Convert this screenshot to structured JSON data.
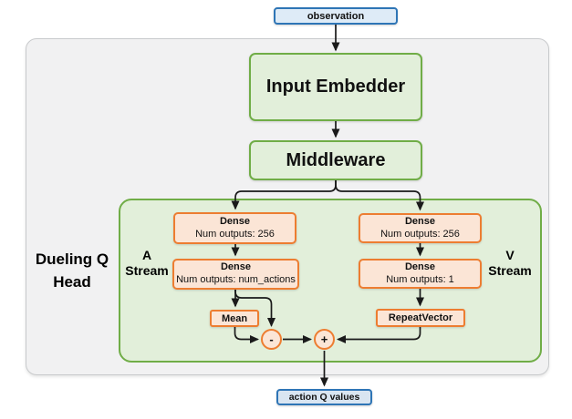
{
  "nodes": {
    "observation": "observation",
    "input_embedder": "Input Embedder",
    "middleware": "Middleware",
    "dense_a1": {
      "title": "Dense",
      "subtitle": "Num outputs: 256"
    },
    "dense_a2": {
      "title": "Dense",
      "subtitle": "Num outputs: num_actions"
    },
    "dense_v1": {
      "title": "Dense",
      "subtitle": "Num outputs: 256"
    },
    "dense_v2": {
      "title": "Dense",
      "subtitle": "Num outputs: 1"
    },
    "mean": "Mean",
    "repeat_vector": "RepeatVector",
    "minus_op": "-",
    "plus_op": "+",
    "action_q_values": "action Q values"
  },
  "labels": {
    "dueling_head": "Dueling Q Head",
    "a_stream": "A Stream",
    "v_stream": "V Stream"
  },
  "palette": {
    "blue_fill": "#DEEBF7",
    "blue_border": "#2E75B6",
    "green_fill": "#E2EFDA",
    "green_border": "#70AD47",
    "orange_fill": "#FBE5D6",
    "orange_border": "#ED7D31",
    "gray_container_fill": "#F1F1F2",
    "gray_container_border": "#C8CACC",
    "arrow": "#1A1A1A"
  }
}
